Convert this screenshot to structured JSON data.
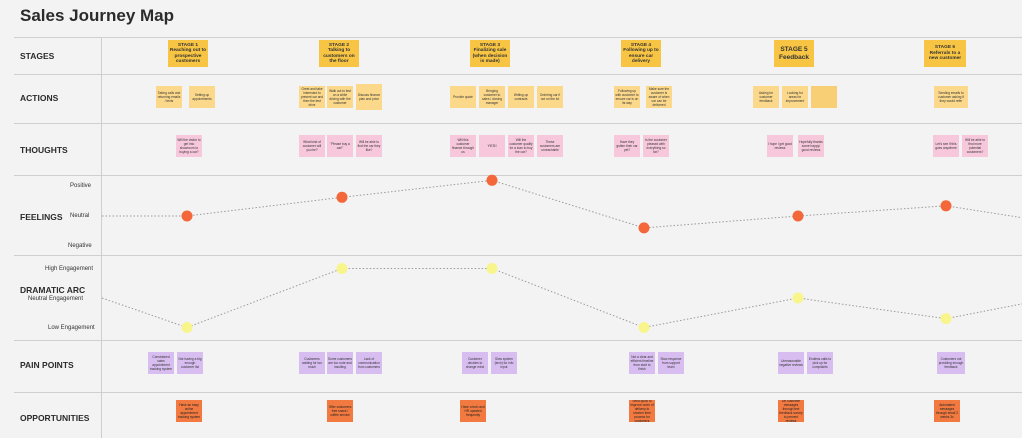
{
  "title": "Sales Journey Map",
  "rows": {
    "stages": "STAGES",
    "actions": "ACTIONS",
    "thoughts": "THOUGHTS",
    "feelings": "FEELINGS",
    "dramatic_arc": "DRAMATIC ARC",
    "pain_points": "PAIN POINTS",
    "opportunities": "OPPORTUNITIES"
  },
  "feelings_axis": {
    "positive": "Positive",
    "neutral": "Neutral",
    "negative": "Negative"
  },
  "arc_axis": {
    "high": "High Engagement",
    "neutral": "Neutral Engagement",
    "low": "Low Engagement"
  },
  "stages": [
    {
      "label": "STAGE 1\nReaching out to prospective customers"
    },
    {
      "label": "STAGE 2\nTalking to customers on the floor"
    },
    {
      "label": "STAGE 3\nFinalizing sale (when decision is made)"
    },
    {
      "label": "STAGE 4\nFollowing up to ensure car delivery"
    },
    {
      "label": "STAGE 5\nFeedback"
    },
    {
      "label": "STAGE 6\nReferrals to a new customer"
    }
  ],
  "actions": [
    "Taking calls and returning emails / texts",
    "Setting up appointments",
    "Greet and take interested to present car and then the test drive",
    "Walk out to test on a while driving with the customer",
    "Discuss finance plan and price",
    "Provide quote",
    "Bringing customer to sales / closing manager",
    "Writing up contracts",
    "Ordering car if not on the lot",
    "Following up with customer to ensure car is on its way",
    "Make sure the customer is aware of when car can be delivered",
    "Asking for customer feedback",
    "Looking for areas for improvement",
    "",
    "Sending emails to customer asking if they would refer"
  ],
  "thoughts": [
    "Will the visitor to get into showroom to buying a car?",
    "What kind of customer will you be?",
    "\"Please buy a car!\"",
    "Will be able to find the car they like?",
    "Will this customer finance through us",
    "YES!",
    "Will the customer qualify for a loan to buy the car?",
    "These customers are unreachable",
    "Have they gotten their car yet?",
    "Is the customer pleased with everything so far?",
    "I hope I get good reviews",
    "Hopefully thanks some happy/ good reviews",
    "Let's see if this goes anywhere",
    "Will be able to find more potential customers?"
  ],
  "pain_points": [
    "Constrained sales appointment tracking system",
    "Not having a big enough customer list",
    "Customers waiting for too much",
    "Some customers are too rude and insulting",
    "Lack of communication from customers",
    "Customer decides to change mind",
    "Slow system (tech) for info input",
    "Not a clear and efficient timeline from start to finish",
    "Slow response from support team",
    "Unreasonable negative reviews",
    "Endless calls to pick up for complaints",
    "Customers not providing enough feedback"
  ],
  "opportunities": [
    "Have an easy online appointment tracking system",
    "Offer customers free snack / coffee service",
    "Have a tech and HR updated frequently",
    "Send quick to improve order of delivery to shorten time process for customers",
    "Let customer messages through text feedback survey to prevent reviews",
    "Automated messages through email 2 weeks 3x"
  ],
  "chart_data": [
    {
      "type": "line",
      "title": "FEELINGS",
      "categories": [
        "STAGE 1",
        "STAGE 2",
        "STAGE 3",
        "STAGE 4",
        "STAGE 5",
        "STAGE 6"
      ],
      "y_levels": [
        "Negative",
        "Neutral",
        "Positive"
      ],
      "values": [
        0,
        0.55,
        1.05,
        -0.35,
        0,
        0.3
      ]
    },
    {
      "type": "line",
      "title": "DRAMATIC ARC",
      "categories": [
        "STAGE 1",
        "STAGE 2",
        "STAGE 3",
        "STAGE 4",
        "STAGE 5",
        "STAGE 6"
      ],
      "y_levels": [
        "Low Engagement",
        "Neutral Engagement",
        "High Engagement"
      ],
      "values": [
        -1,
        1,
        1,
        -1,
        0,
        -0.7
      ]
    }
  ],
  "colors": {
    "stage": "#f7c443",
    "action": "#fbd88a",
    "thought": "#f7c8dc",
    "pain": "#d8bdf0",
    "opportunity": "#f27a40",
    "feelings_dot": "#f4673a",
    "arc_dot": "#f8f58c"
  }
}
